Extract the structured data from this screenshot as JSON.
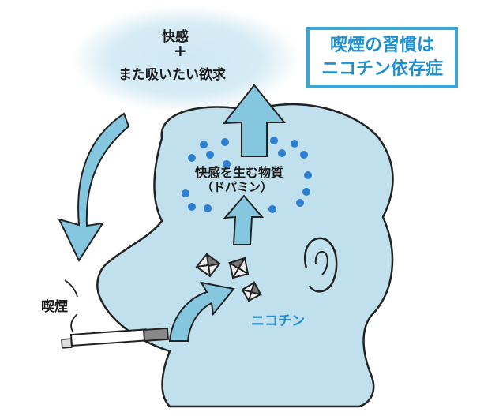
{
  "title": {
    "line1": "喫煙の習慣は",
    "line2": "ニコチン依存症"
  },
  "pleasure_cloud": {
    "line1": "快感",
    "plus": "+",
    "line2": "また吸いたい欲求"
  },
  "dopamine": {
    "line1": "快感を生む物質",
    "line2": "（ドパミン）"
  },
  "nicotine_label": "ニコチン",
  "smoking_label": "喫煙",
  "colors": {
    "accent": "#1f8fcf",
    "frame": "#3aa6d8",
    "head_fill": "#bfe0ec",
    "arrow_fill": "#86c7e0",
    "cloud_glow": "#cfe8f3",
    "dot": "#2f7fd0"
  }
}
